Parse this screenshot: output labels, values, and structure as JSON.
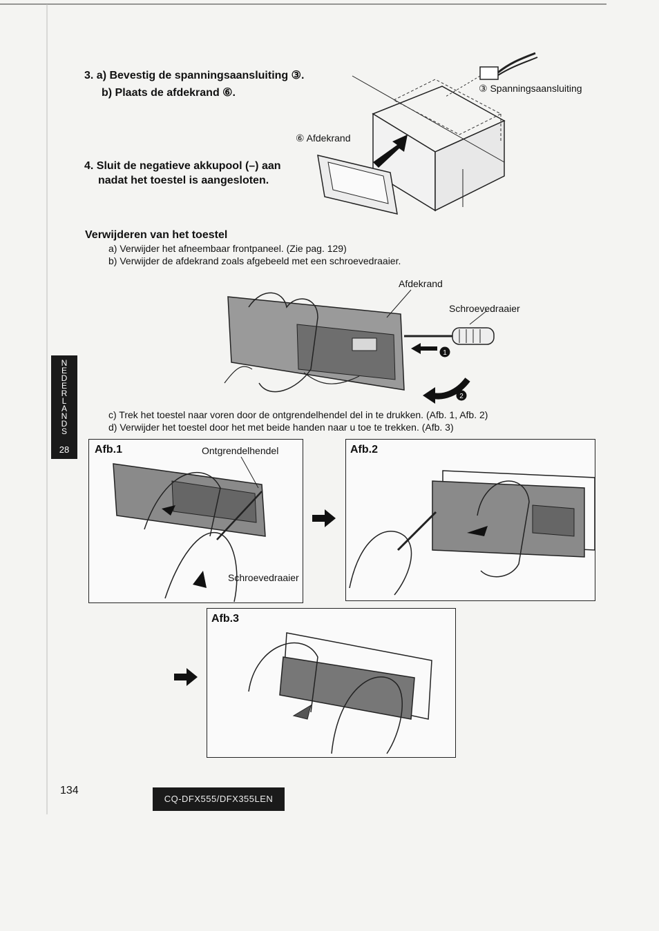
{
  "steps": {
    "step3": {
      "line_a": "3.  a)  Bevestig de spanningsaansluiting ③.",
      "line_b": "b)  Plaats de afdekrand ⑥."
    },
    "step4": {
      "line1": "4. Sluit de negatieve akkupool (–) aan",
      "line2": "nadat het toestel is aangesloten."
    }
  },
  "top_figure": {
    "label_connector": "③ Spanningsaansluiting",
    "label_trim": "⑥ Afdekrand"
  },
  "removal": {
    "heading": "Verwijderen van het toestel",
    "item_a": "a) Verwijder het afneembaar frontpaneel. (Zie pag. 129)",
    "item_b": "b) Verwijder de afdekrand zoals afgebeeld met een schroevedraaier.",
    "label_afdekrand": "Afdekrand",
    "label_schroevedraaier": "Schroevedraaier",
    "item_c": "c) Trek het toestel naar voren door de ontgrendelhendel del in te drukken. (Afb. 1, Afb. 2)",
    "item_d": "d) Verwijder het toestel door het met beide handen naar u toe te trekken. (Afb. 3)"
  },
  "figures": {
    "afb1": {
      "title": "Afb.1",
      "label_lever": "Ontgrendelhendel",
      "label_screwdriver": "Schroevedraaier"
    },
    "afb2": {
      "title": "Afb.2"
    },
    "afb3": {
      "title": "Afb.3"
    }
  },
  "side_tab": {
    "letters": "NEDERLANDS",
    "number": "28"
  },
  "footer": {
    "page_number": "134",
    "model": "CQ-DFX555/DFX355LEN"
  },
  "icons": [
    "arrow-right-icon",
    "arrow-left-icon",
    "curved-arrow-icon",
    "circled-1-icon",
    "circled-2-icon"
  ]
}
